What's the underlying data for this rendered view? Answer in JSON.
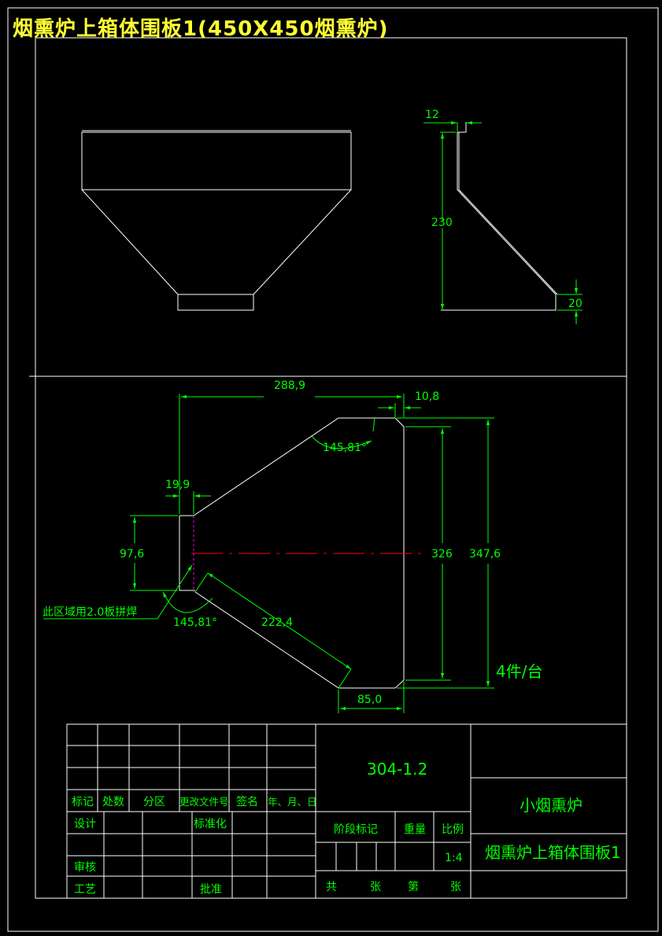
{
  "title": "烟熏炉上箱体围板1(450X450烟熏炉)",
  "colors": {
    "outline": "#ffffff",
    "dimension": "#00ff00",
    "title": "#ffff33",
    "centerline": "#ff0000",
    "weld_line": "#ff00ff"
  },
  "side_view": {
    "dim_top": "12",
    "dim_height": "230",
    "dim_bottom": "20"
  },
  "plate": {
    "dim_width": "288,9",
    "dim_lip": "10,8",
    "angle_upper": "145,81°",
    "dim_left_lip": "19,9",
    "dim_left_height": "97,6",
    "dim_inner_height": "326",
    "dim_outer_height": "347,6",
    "dim_slant": "222,4",
    "angle_lower": "145,81°",
    "dim_bottom": "85,0",
    "weld_note": "此区域用2.0板拼焊",
    "quantity": "4件/台"
  },
  "title_block": {
    "material": "304-1.2",
    "product": "小烟熏炉",
    "part_name": "烟熏炉上箱体围板1",
    "scale": "1:4",
    "labels": {
      "mark": "标记",
      "count": "处数",
      "zone": "分区",
      "change_doc": "更改文件号",
      "sign": "签名",
      "date": "年、月、日",
      "design": "设计",
      "standardize": "标准化",
      "review": "审核",
      "process": "工艺",
      "approve": "批准",
      "stage_mark": "阶段标记",
      "weight": "重量",
      "ratio": "比例",
      "total": "共",
      "sheets1": "张",
      "sheet_no": "第",
      "sheets2": "张"
    }
  }
}
